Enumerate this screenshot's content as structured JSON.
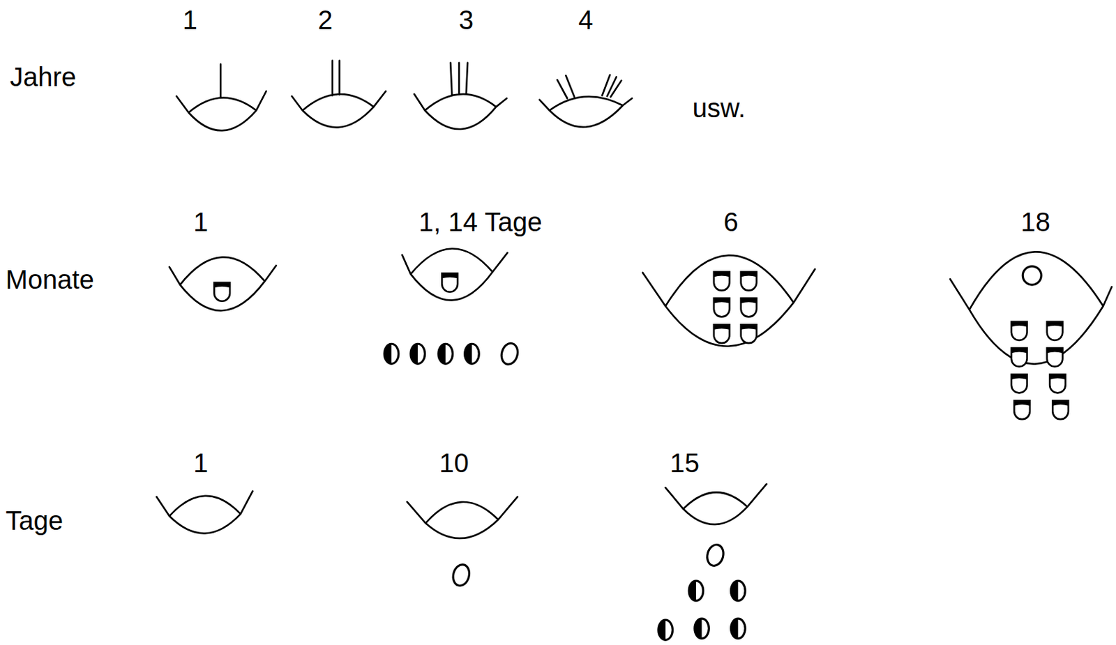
{
  "diagram": {
    "labels": [
      "1",
      "2",
      "3",
      "4",
      "Jahre",
      "usw.",
      "1",
      "1, 14 Tage",
      "6",
      "18",
      "Monate",
      "1",
      "10",
      "15",
      "Tage"
    ]
  }
}
